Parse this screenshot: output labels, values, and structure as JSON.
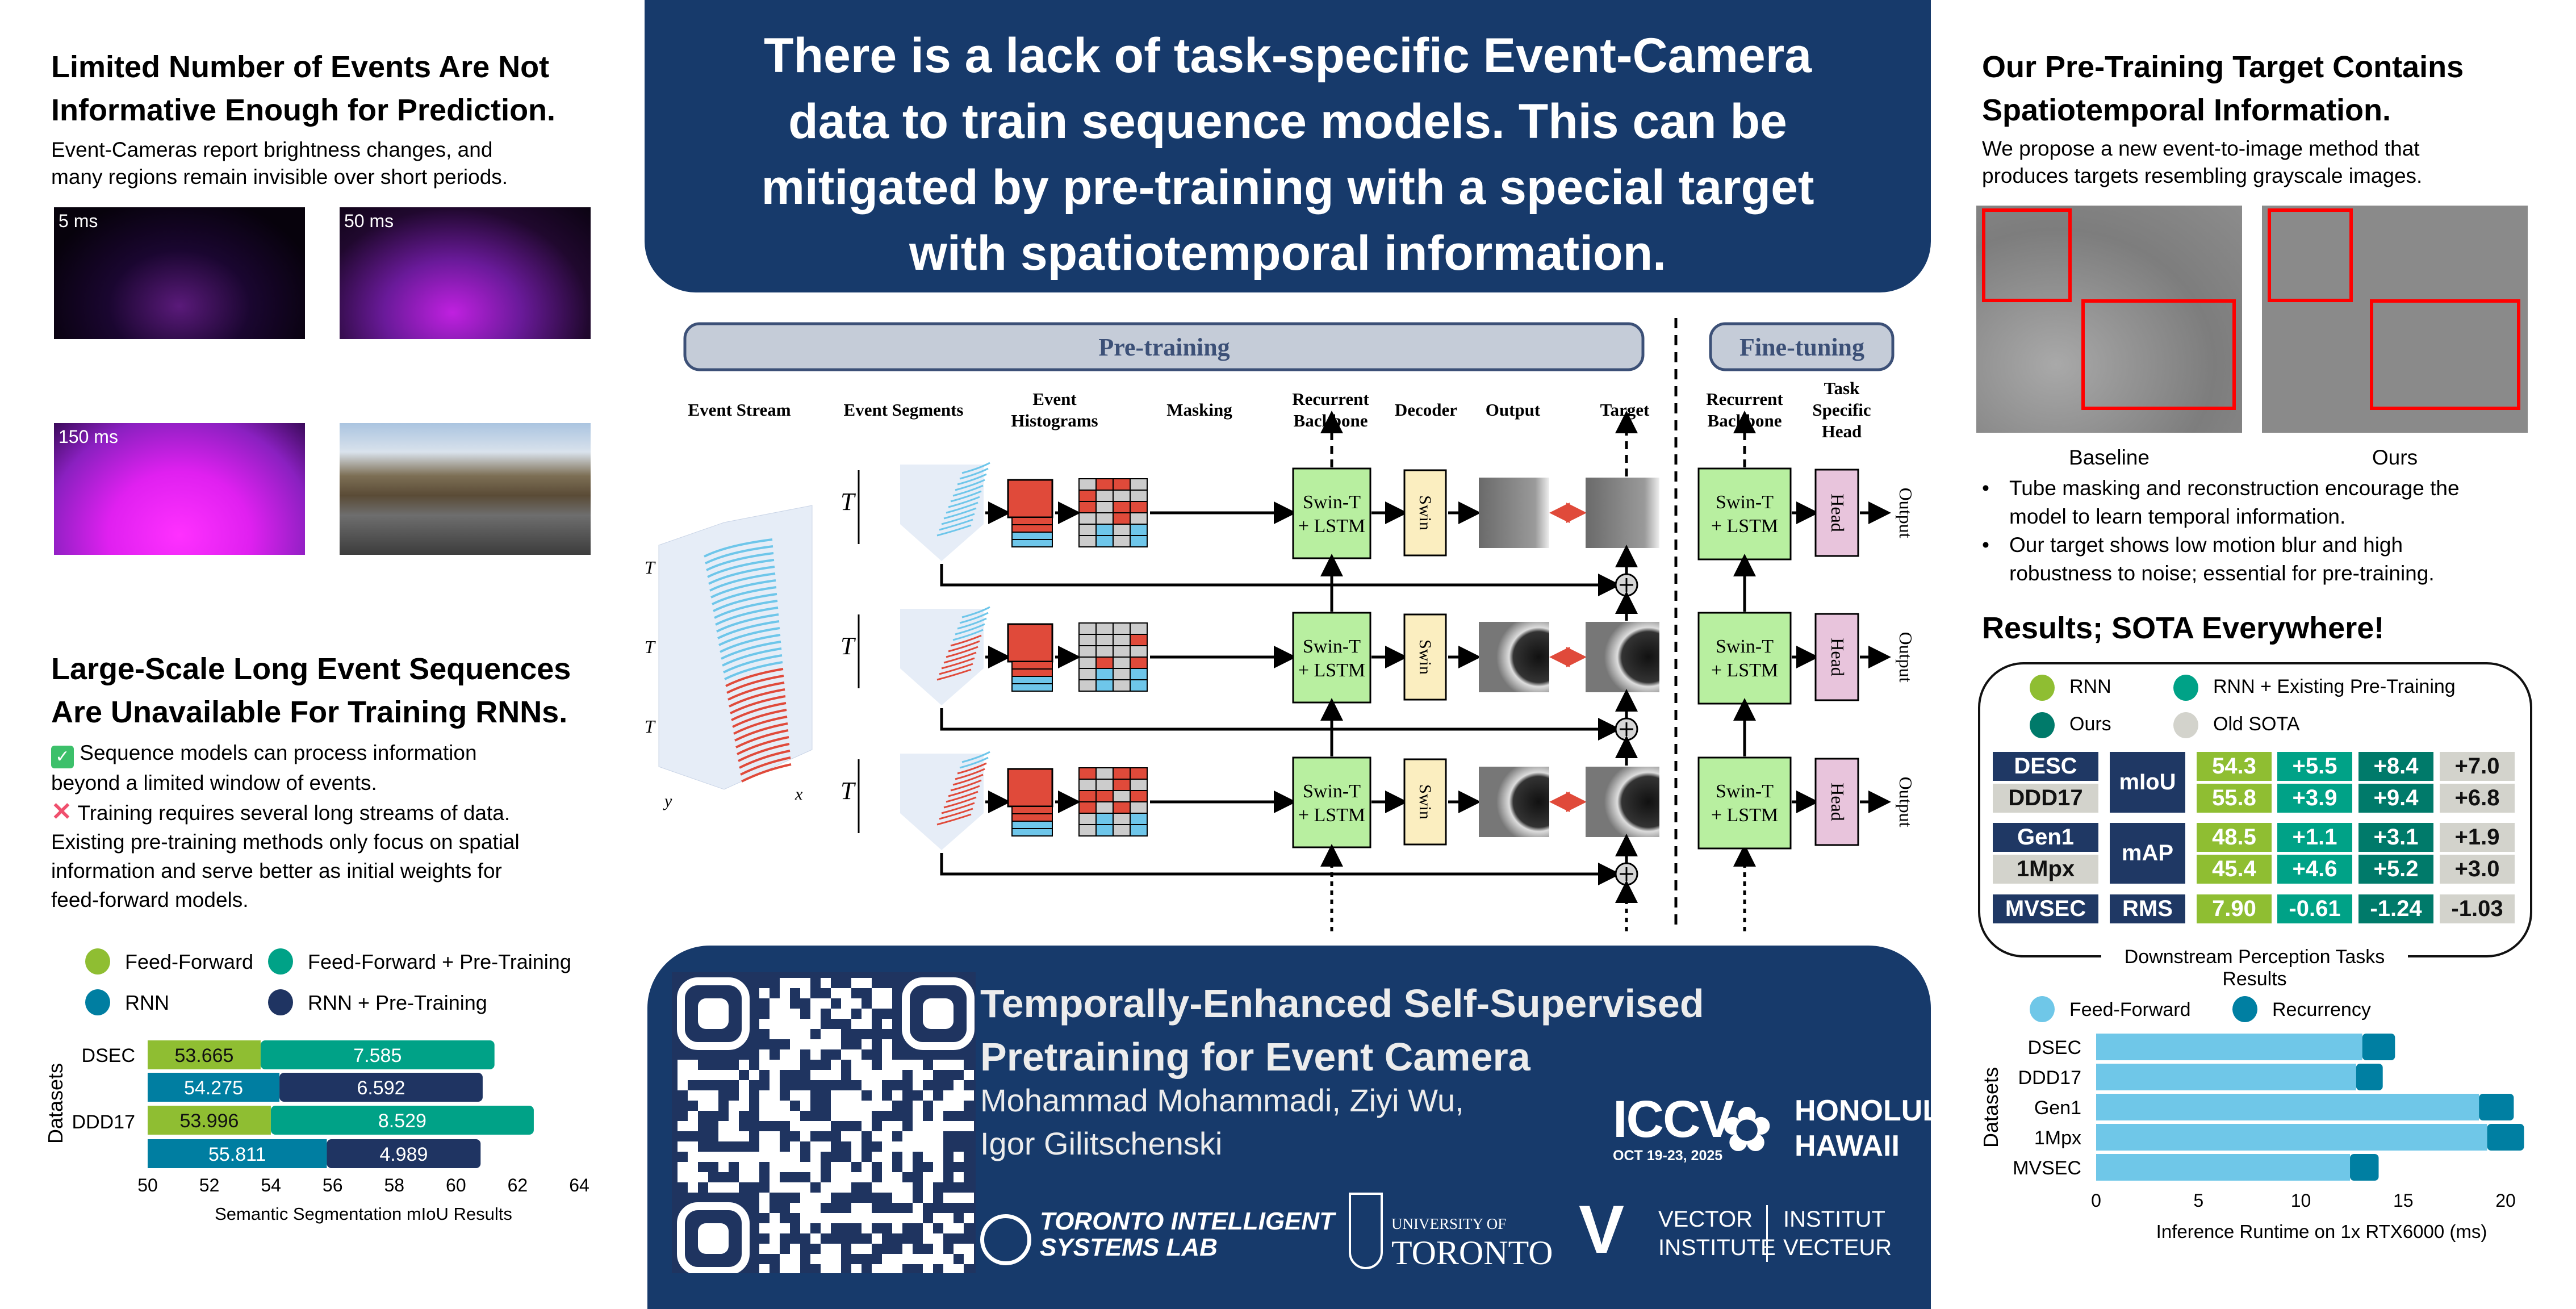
{
  "banner": {
    "title_lines": [
      "There is a lack of task-specific Event-Camera",
      "data to train sequence models. This can be",
      "mitigated by pre-training  with a special target",
      "with spatiotemporal information."
    ]
  },
  "left": {
    "heading1": [
      "Limited Number of Events Are Not",
      "Informative Enough for Prediction."
    ],
    "body1": [
      "Event-Cameras report brightness changes, and",
      "many regions remain invisible over short periods."
    ],
    "image_labels": [
      "5 ms",
      "50 ms",
      "150 ms"
    ],
    "heading2": [
      "Large-Scale Long Event Sequences",
      "Are Unavailable For Training RNNs."
    ],
    "pro": "Sequence models can process information",
    "pro_cont": "beyond a limited window of events.",
    "con": "Training requires several long streams of data.",
    "body2": [
      "Existing pre-training methods only focus on spatial",
      "information and serve better as initial weights for",
      "feed-forward models."
    ]
  },
  "right": {
    "heading1": [
      "Our Pre-Training  Target Contains",
      "Spatiotemporal Information."
    ],
    "body1": [
      "We propose a new event-to-image method that",
      "produces targets resembling grayscale images."
    ],
    "image_labels": [
      "Baseline",
      "Ours"
    ],
    "bullets": [
      [
        "Tube masking and reconstruction encourage the",
        "model to learn temporal information."
      ],
      [
        "Our target shows low motion blur and high",
        "robustness to noise; essential for pre-training."
      ]
    ],
    "heading2": "Results; SOTA Everywhere!"
  },
  "results_table": {
    "legend": [
      "RNN",
      "RNN + Existing Pre-Training",
      "Ours",
      "Old SOTA"
    ],
    "colors": [
      "#8fbe32",
      "#00a287",
      "#007a6a",
      "#d3d3cc"
    ],
    "rows": [
      {
        "dataset": "DESC",
        "metric": "mIoU",
        "values": [
          "54.3",
          "+5.5",
          "+8.4",
          "+7.0"
        ]
      },
      {
        "dataset": "DDD17",
        "metric": "mIoU",
        "values": [
          "55.8",
          "+3.9",
          "+9.4",
          "+6.8"
        ]
      },
      {
        "dataset": "Gen1",
        "metric": "mAP",
        "values": [
          "48.5",
          "+1.1",
          "+3.1",
          "+1.9"
        ]
      },
      {
        "dataset": "1Mpx",
        "metric": "mAP",
        "values": [
          "45.4",
          "+4.6",
          "+5.2",
          "+3.0"
        ]
      },
      {
        "dataset": "MVSEC",
        "metric": "RMS",
        "values": [
          "7.90",
          "-0.61",
          "-1.24",
          "-1.03"
        ]
      }
    ],
    "caption": "Downstream Perception Tasks Results"
  },
  "diagram": {
    "pretraining": "Pre-training",
    "finetuning": "Fine-tuning",
    "columns": [
      "Event Stream",
      "Event Segments",
      "Event|Histograms",
      "Masking",
      "Recurrent|Backbone",
      "Decoder",
      "Output",
      "Target",
      "Recurrent|Backbone",
      "Task|Specific|Head"
    ],
    "backbone": [
      "Swin-T",
      "+ LSTM"
    ],
    "decoder": "Swin",
    "head": "Head",
    "output": "Output",
    "T": "T",
    "axis_x": "x",
    "axis_y": "y"
  },
  "paper": {
    "title_lines": [
      "Temporally-Enhanced Self-Supervised",
      "Pretraining for Event Camera"
    ],
    "authors_lines": [
      "Mohammad Mohammadi, Ziyi Wu,",
      "Igor Gilitschenski"
    ],
    "lab": [
      "TORONTO INTELLIGENT",
      "SYSTEMS LAB"
    ],
    "uoft": [
      "UNIVERSITY OF",
      "TORONTO"
    ],
    "vector": [
      "VECTOR",
      "INSTITUTE",
      "INSTITUT",
      "VECTEUR"
    ],
    "iccv": [
      "ICCV",
      "OCT 19-23, 2025",
      "HONOLULU",
      "HAWAII"
    ]
  },
  "chart_data": [
    {
      "type": "bar",
      "orientation": "horizontal-stacked",
      "title": "",
      "xlabel": "Semantic Segmentation mIoU Results",
      "ylabel": "Datasets",
      "xlim": [
        50,
        64
      ],
      "xticks": [
        "50",
        "52",
        "54",
        "56",
        "58",
        "60",
        "62",
        "64"
      ],
      "legend": [
        "Feed-Forward",
        "Feed-Forward + Pre-Training",
        "RNN",
        "RNN + Pre-Training"
      ],
      "colors": [
        "#8fbe32",
        "#00a287",
        "#007ea1",
        "#1f3462"
      ],
      "categories": [
        "DSEC",
        "DDD17"
      ],
      "bars": [
        {
          "dataset": "DSEC",
          "base_series": "Feed-Forward",
          "base": 53.665,
          "gain_series": "Feed-Forward + Pre-Training",
          "gain": 7.585,
          "base_label": "53.665",
          "gain_label": "7.585"
        },
        {
          "dataset": "DSEC",
          "base_series": "RNN",
          "base": 54.275,
          "gain_series": "RNN + Pre-Training",
          "gain": 6.592,
          "base_label": "54.275",
          "gain_label": "6.592"
        },
        {
          "dataset": "DDD17",
          "base_series": "Feed-Forward",
          "base": 53.996,
          "gain_series": "Feed-Forward + Pre-Training",
          "gain": 8.529,
          "base_label": "53.996",
          "gain_label": "8.529"
        },
        {
          "dataset": "DDD17",
          "base_series": "RNN",
          "base": 55.811,
          "gain_series": "RNN + Pre-Training",
          "gain": 4.989,
          "base_label": "55.811",
          "gain_label": "4.989"
        }
      ]
    },
    {
      "type": "bar",
      "orientation": "horizontal-stacked",
      "xlabel": "Inference Runtime on 1x RTX6000 (ms)",
      "ylabel": "Datasets",
      "xlim": [
        0,
        21
      ],
      "xticks": [
        "0",
        "5",
        "10",
        "15",
        "20"
      ],
      "categories": [
        "DSEC",
        "DDD17",
        "Gen1",
        "1Mpx",
        "MVSEC"
      ],
      "series": [
        {
          "name": "Feed-Forward",
          "color": "#6fc7e8",
          "values": [
            13.0,
            12.7,
            18.7,
            19.1,
            12.4
          ]
        },
        {
          "name": "Recurrency",
          "color": "#007fa2",
          "values": [
            1.6,
            1.3,
            1.7,
            1.8,
            1.4
          ]
        }
      ]
    }
  ]
}
